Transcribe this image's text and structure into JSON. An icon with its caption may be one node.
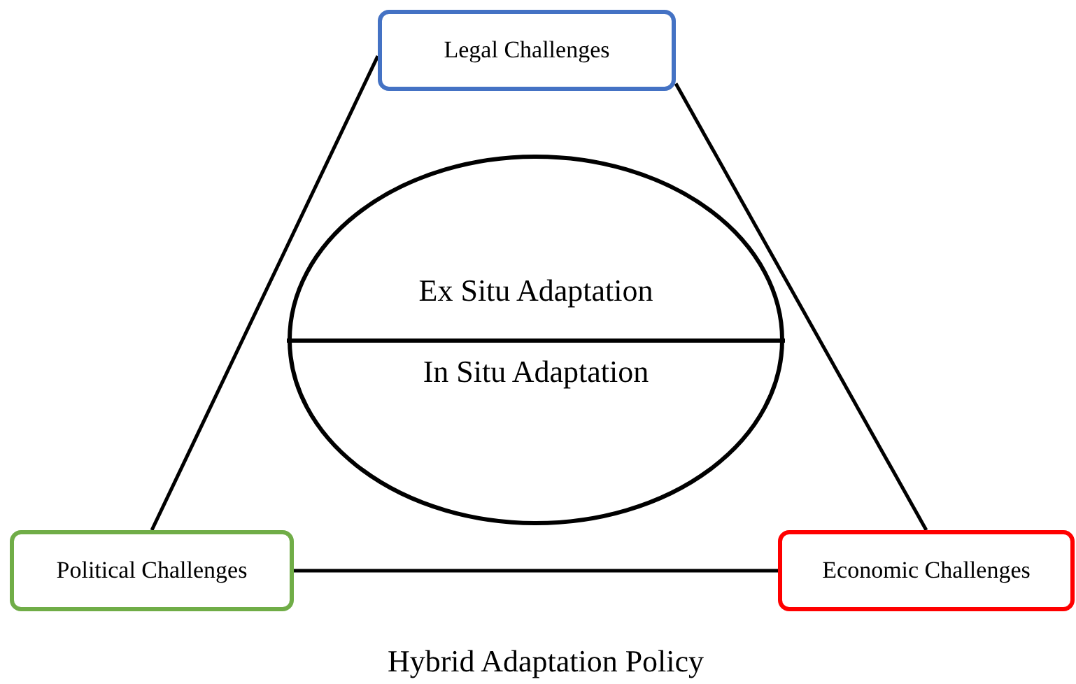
{
  "diagram": {
    "caption": "Hybrid Adaptation Policy",
    "nodes": [
      {
        "text": [
          "Legal Challenges"
        ]
      },
      {
        "text": [
          "Ex Situ Adaptation",
          "In Situ Adaptation"
        ]
      },
      {
        "text": [
          "Political Challenges"
        ]
      },
      {
        "text": [
          "Economic Challenges"
        ]
      }
    ],
    "edges": [
      {
        "from": 0,
        "to": 2,
        "arrow": "none"
      },
      {
        "from": 0,
        "to": 3,
        "arrow": "none"
      },
      {
        "from": 2,
        "to": 3,
        "arrow": "none"
      }
    ]
  }
}
